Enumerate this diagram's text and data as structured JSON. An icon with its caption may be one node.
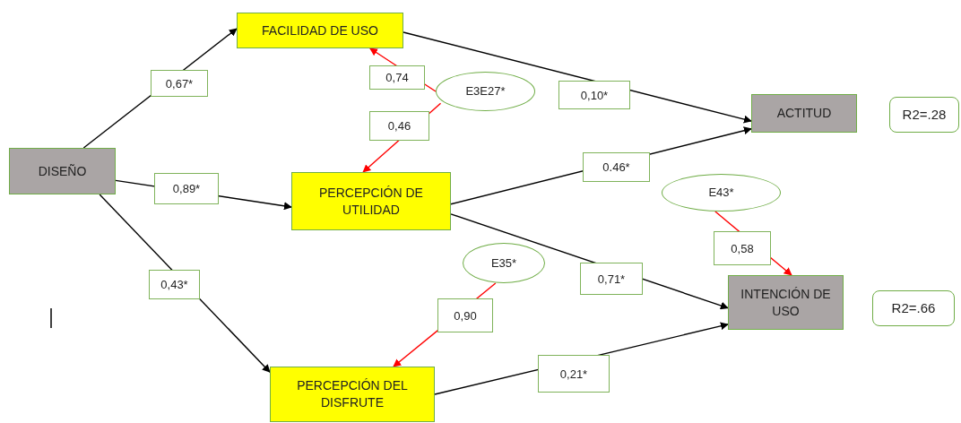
{
  "diagram": {
    "nodes": [
      {
        "text": [
          "FACILIDAD DE USO"
        ]
      },
      {
        "text": [
          "DISEÑO"
        ]
      },
      {
        "text": [
          "PERCEPCIÓN DE UTILIDAD"
        ]
      },
      {
        "text": [
          "PERCEPCIÓN DEL DISFRUTE"
        ]
      },
      {
        "text": [
          "ACTITUD"
        ]
      },
      {
        "text": [
          "INTENCIÓN DE USO"
        ]
      },
      {
        "text": [
          "E3E27*"
        ]
      },
      {
        "text": [
          "E43*"
        ]
      },
      {
        "text": [
          "E35*"
        ]
      },
      {
        "text": [
          "R2=.28"
        ]
      },
      {
        "text": [
          "R2=.66"
        ]
      }
    ],
    "edges": [
      {
        "from": 1,
        "to": 0,
        "arrow": "to",
        "label": "0,67*"
      },
      {
        "from": 1,
        "to": 2,
        "arrow": "to",
        "label": "0,89*"
      },
      {
        "from": 1,
        "to": 3,
        "arrow": "to",
        "label": "0,43*"
      },
      {
        "from": 0,
        "to": 4,
        "arrow": "to",
        "label": "0,10*"
      },
      {
        "from": 2,
        "to": 4,
        "arrow": "to",
        "label": "0.46*"
      },
      {
        "from": 2,
        "to": 5,
        "arrow": "to",
        "label": "0,71*"
      },
      {
        "from": 3,
        "to": 5,
        "arrow": "to",
        "label": "0,21*"
      },
      {
        "from": 6,
        "to": 0,
        "arrow": "to",
        "label": "0,74",
        "color": "#ff0000"
      },
      {
        "from": 6,
        "to": 2,
        "arrow": "to",
        "label": "0,46",
        "color": "#ff0000"
      },
      {
        "from": 7,
        "to": 5,
        "arrow": "to",
        "label": "0,58",
        "color": "#ff0000"
      },
      {
        "from": 8,
        "to": 3,
        "arrow": "to",
        "label": "0,90",
        "color": "#ff0000"
      }
    ]
  }
}
